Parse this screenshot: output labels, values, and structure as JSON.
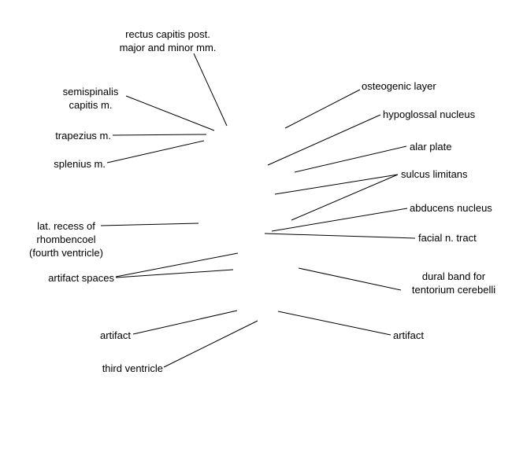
{
  "labels": {
    "rectus_capitis": [
      "rectus capitis post.",
      "major and minor mm."
    ],
    "semispinalis": [
      "semispinalis",
      "capitis m."
    ],
    "trapezius": "trapezius m.",
    "splenius": "splenius m.",
    "lat_recess": [
      "lat. recess of",
      "rhombencoel",
      "(fourth ventricle)"
    ],
    "artifact_spaces": "artifact spaces",
    "artifact_left": "artifact",
    "third_ventricle": "third ventricle",
    "osteogenic_layer": "osteogenic layer",
    "hypoglossal_nucleus": "hypoglossal nucleus",
    "alar_plate": "alar plate",
    "sulcus_limitans": "sulcus limitans",
    "abducens_nucleus": "abducens nucleus",
    "facial_tract": "facial n. tract",
    "dural_band": [
      "dural band for",
      "tentorium cerebelli"
    ],
    "artifact_right": "artifact"
  },
  "colors": {
    "line": "#000000",
    "text": "#000000",
    "background": "#ffffff"
  }
}
